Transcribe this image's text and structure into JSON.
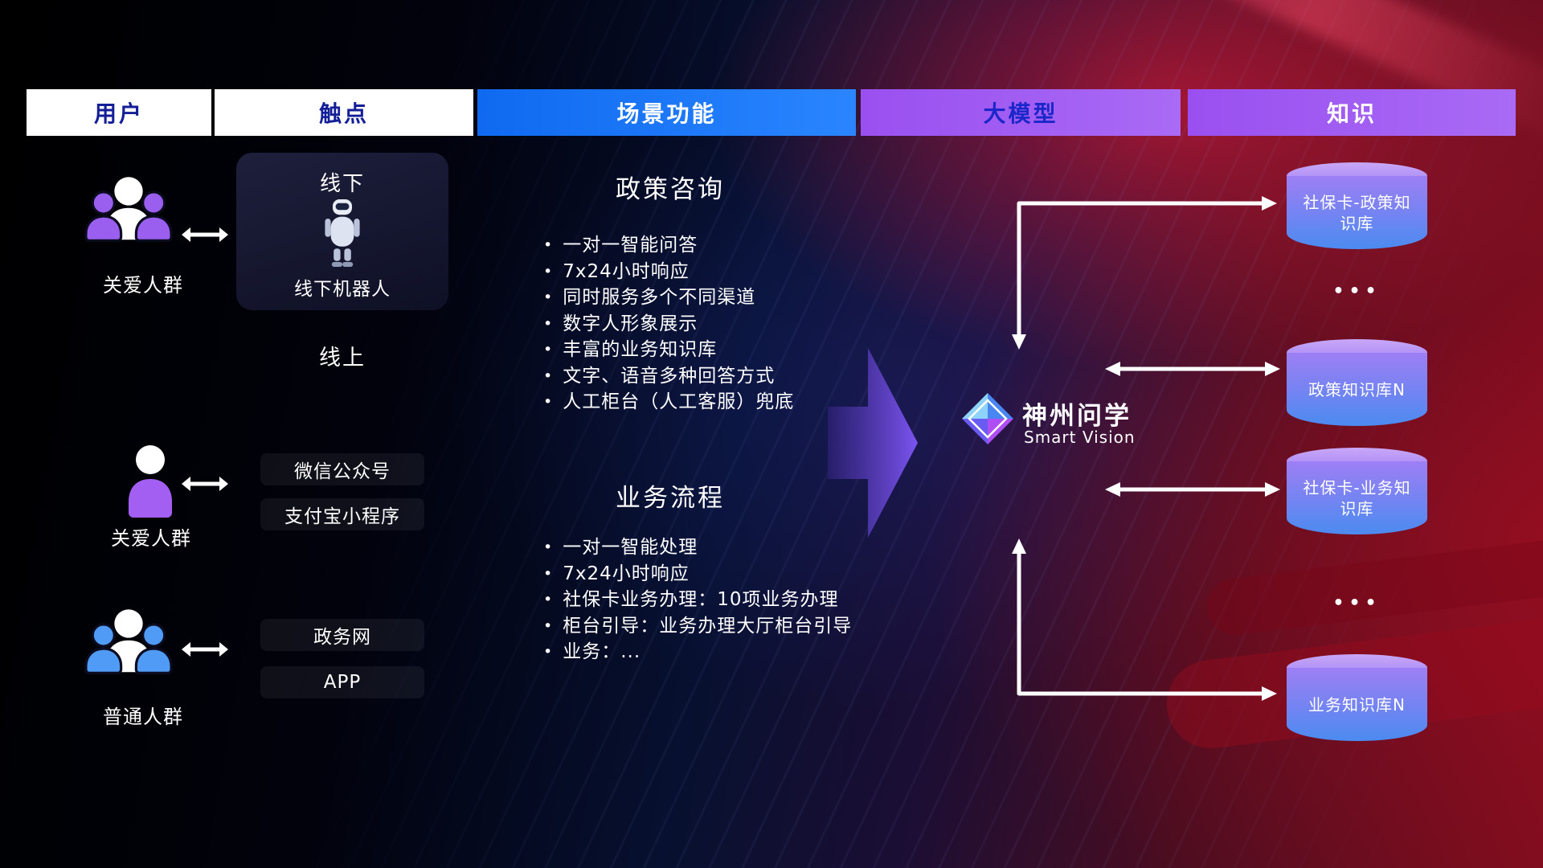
{
  "headers": {
    "user": "用户",
    "touchpoint": "触点",
    "scenario": "场景功能",
    "model": "大模型",
    "knowledge": "知识"
  },
  "users": [
    {
      "label": "关爱人群"
    },
    {
      "label": "关爱人群"
    },
    {
      "label": "普通人群"
    }
  ],
  "touchpoints": {
    "offline": "线下",
    "offline_robot": "线下机器人",
    "online": "线上",
    "wechat": "微信公众号",
    "alipay": "支付宝小程序",
    "gov": "政务网",
    "app": "APP"
  },
  "scenarios": [
    {
      "title": "政策咨询",
      "items": [
        "一对一智能问答",
        "7x24小时响应",
        "同时服务多个不同渠道",
        "数字人形象展示",
        "丰富的业务知识库",
        "文字、语音多种回答方式",
        "人工柜台（人工客服）兜底"
      ]
    },
    {
      "title": "业务流程",
      "items": [
        "一对一智能处理",
        "7x24小时响应",
        "社保卡业务办理：10项业务办理",
        "柜台引导：业务办理大厅柜台引导",
        "业务：..."
      ]
    }
  ],
  "model": {
    "name": "神州问学",
    "subtitle": "Smart Vision"
  },
  "knowledge": {
    "databases": [
      "社保卡-政策知识库",
      "政策知识库N",
      "社保卡-业务知识库",
      "业务知识库N"
    ],
    "ellipsis": "•••"
  },
  "colors": {
    "header_blue": "#1a73f5",
    "header_purple": "#9d55f2",
    "header_text_navy": "#141e96",
    "header_model_text": "#1b27c9",
    "accent_purple": "#9b6cf5",
    "accent_blue": "#4f9bf5",
    "db_top": "#c9a8f8",
    "db_bottom": "#4b8bf0",
    "arrow_white": "#ffffff",
    "bg_red": "#7c0d1d"
  }
}
